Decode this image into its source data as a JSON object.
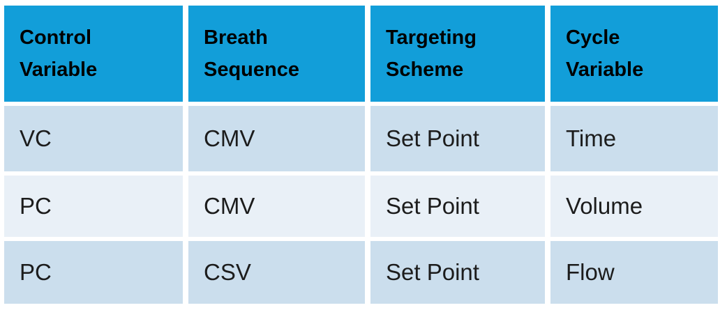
{
  "table": {
    "headers": [
      "Control Variable",
      "Breath Sequence",
      "Targeting Scheme",
      "Cycle Variable"
    ],
    "rows": [
      [
        "VC",
        "CMV",
        "Set Point",
        "Time"
      ],
      [
        "PC",
        "CMV",
        "Set Point",
        "Volume"
      ],
      [
        "PC",
        "CSV",
        "Set Point",
        "Flow"
      ]
    ]
  },
  "colors": {
    "header_bg": "#129ED9",
    "header_text": "#000000",
    "row_dark_bg": "#CBDEED",
    "row_light_bg": "#E9F0F7",
    "body_text": "#1C1C1C",
    "gutter": "#FFFFFF"
  },
  "chart_data": {
    "type": "table",
    "columns": [
      "Control Variable",
      "Breath Sequence",
      "Targeting Scheme",
      "Cycle Variable"
    ],
    "rows": [
      {
        "control_variable": "VC",
        "breath_sequence": "CMV",
        "targeting_scheme": "Set Point",
        "cycle_variable": "Time"
      },
      {
        "control_variable": "PC",
        "breath_sequence": "CMV",
        "targeting_scheme": "Set Point",
        "cycle_variable": "Volume"
      },
      {
        "control_variable": "PC",
        "breath_sequence": "CSV",
        "targeting_scheme": "Set Point",
        "cycle_variable": "Flow"
      }
    ],
    "title": "",
    "legend": "none",
    "grid": "white gutters between cells"
  }
}
